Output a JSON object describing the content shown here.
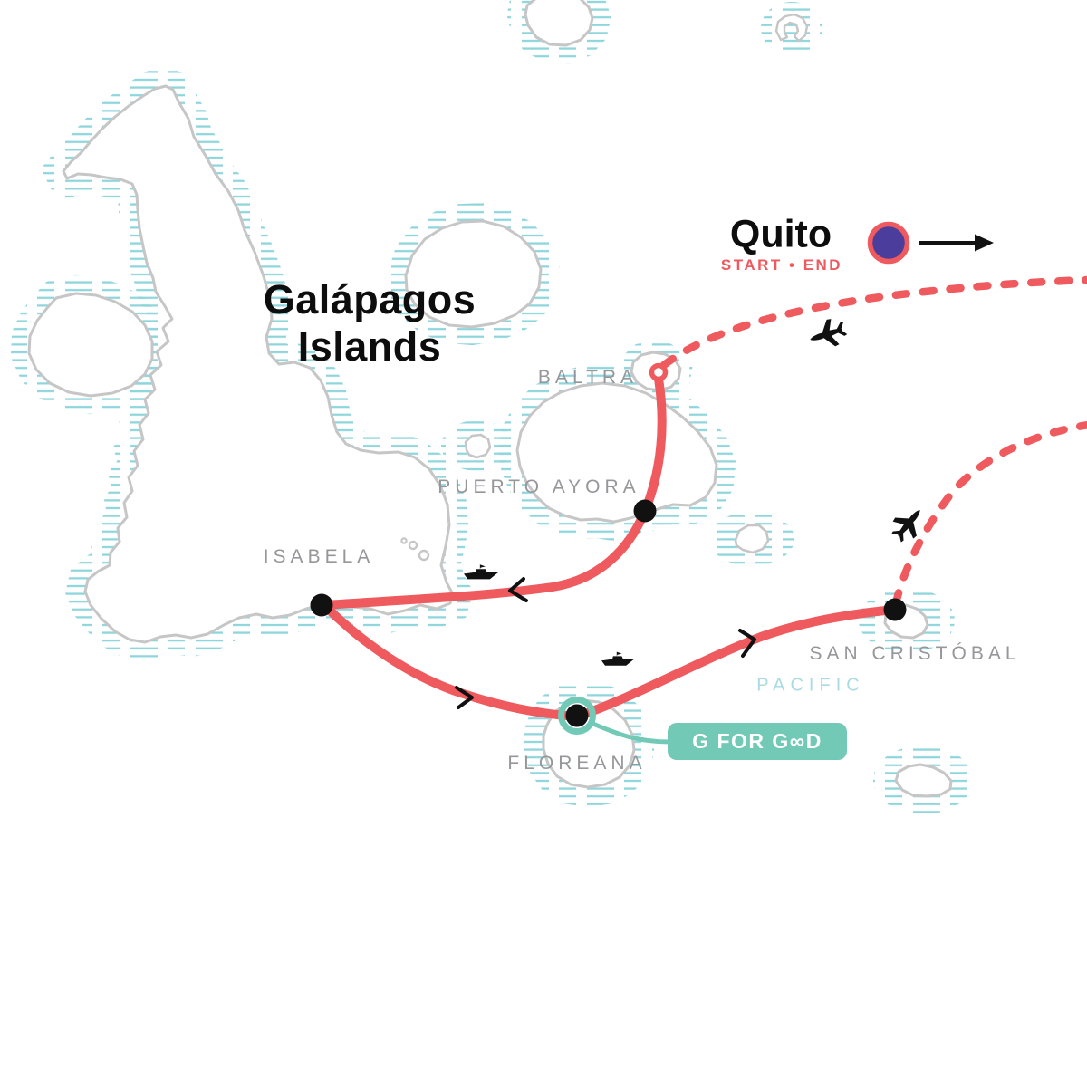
{
  "map_title": {
    "line1": "Galápagos",
    "line2": "Islands"
  },
  "start_end_marker": {
    "city": "Quito",
    "caption": "START • END"
  },
  "ocean_label": "PACIFIC",
  "island_labels": {
    "baltra": "BALTRA",
    "puerto_ayora": "PUERTO AYORA",
    "isabela": "ISABELA",
    "san_cristobal": "SAN CRISTÓBAL",
    "floreana": "FLOREANA"
  },
  "badge": {
    "meaning": "G FOR GOOD",
    "display": "G FOR G∞D"
  },
  "stops": [
    {
      "name": "Quito",
      "type": "start-end",
      "marker": "purple dot with red ring"
    },
    {
      "name": "Baltra",
      "type": "flight-arrival",
      "marker": "red open ring"
    },
    {
      "name": "Puerto Ayora",
      "type": "stop",
      "marker": "black dot"
    },
    {
      "name": "Isabela",
      "type": "stop",
      "marker": "black dot"
    },
    {
      "name": "Floreana",
      "type": "stop",
      "marker": "black dot with teal ring",
      "badge": "G FOR GOOD"
    },
    {
      "name": "San Cristóbal",
      "type": "stop",
      "marker": "black dot"
    }
  ],
  "routes": [
    {
      "from": "Quito",
      "to": "Baltra",
      "mode": "flight",
      "style": "red dashed"
    },
    {
      "from": "Baltra",
      "to": "Puerto Ayora",
      "mode": "boat",
      "style": "red solid"
    },
    {
      "from": "Puerto Ayora",
      "to": "Isabela",
      "mode": "boat",
      "style": "red solid"
    },
    {
      "from": "Isabela",
      "to": "Floreana",
      "mode": "boat",
      "style": "red solid"
    },
    {
      "from": "Floreana",
      "to": "San Cristóbal",
      "mode": "boat",
      "style": "red solid"
    },
    {
      "from": "San Cristóbal",
      "to": "Quito",
      "mode": "flight",
      "style": "red dashed"
    }
  ],
  "icons": {
    "airplane": "airplane-silhouette",
    "boat": "motorboat-silhouette",
    "direction": "chevron-arrow",
    "legend_arrow": "right-arrow"
  },
  "colors": {
    "route_red": "#ee5a5e",
    "teal": "#72c9b5",
    "hatch_cyan": "#8ed5dc",
    "coast_gray": "#c6c6c6",
    "label_gray": "#96979a",
    "ocean_label": "#a9dbe2",
    "marker_purple": "#4a3d9b",
    "ink": "#0d0d0d"
  }
}
